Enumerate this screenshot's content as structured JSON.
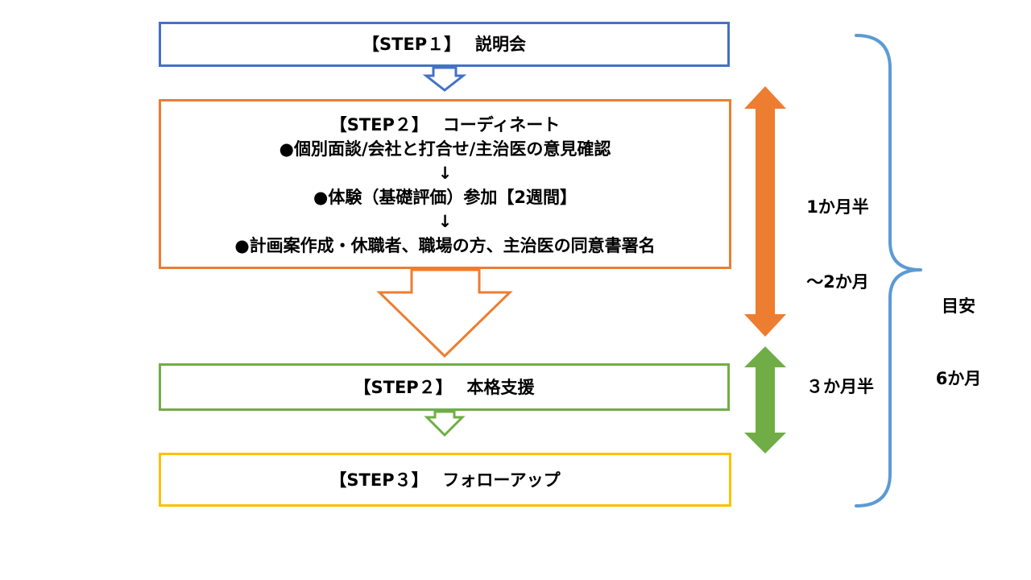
{
  "colors": {
    "step1": "#4472C4",
    "step2": "#ED7D31",
    "step2b": "#70AD47",
    "step3": "#FFC000",
    "brace": "#5B9BD5"
  },
  "steps": [
    {
      "text": "【STEP１】　 説明会"
    },
    {
      "lines": [
        "【STEP２】　 コーディネート",
        "●個別面談/会社と打合せ/主治医の意見確認",
        "↓",
        "●体験（基礎評価）参加【2週間】",
        "↓",
        "●計画案作成・休職者、職場の方、主治医の同意書署名"
      ]
    },
    {
      "text": "【STEP２】　 本格支援"
    },
    {
      "text": "【STEP３】　 フォローアップ"
    }
  ],
  "durations": {
    "phase1_line1": "1か月半",
    "phase1_line2": "～2か月",
    "phase2": "３か月半"
  },
  "total": {
    "line1": "目安",
    "line2": "6か月"
  }
}
